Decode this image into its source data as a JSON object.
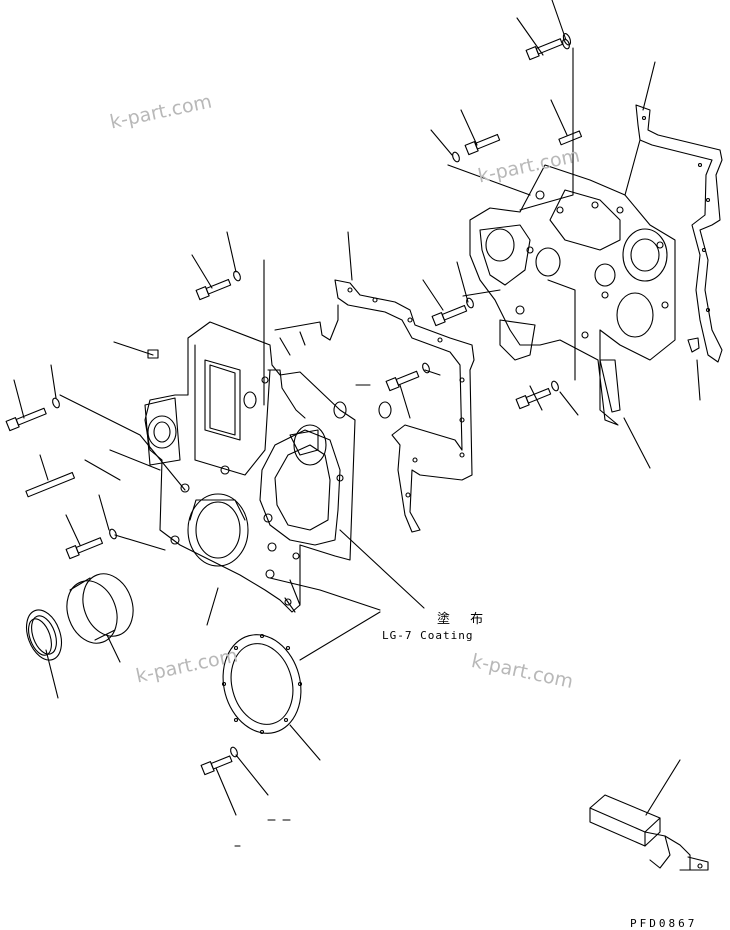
{
  "watermarks": [
    "k-part.com",
    "k-part.com",
    "k-part.com",
    "k-part.com"
  ],
  "annotation": {
    "japanese": "塗 布",
    "coating": "LG-7 Coating"
  },
  "drawing_code": "PFD0867",
  "colors": {
    "line": "#000000",
    "watermark": "#b8b8b8",
    "background": "#ffffff"
  }
}
